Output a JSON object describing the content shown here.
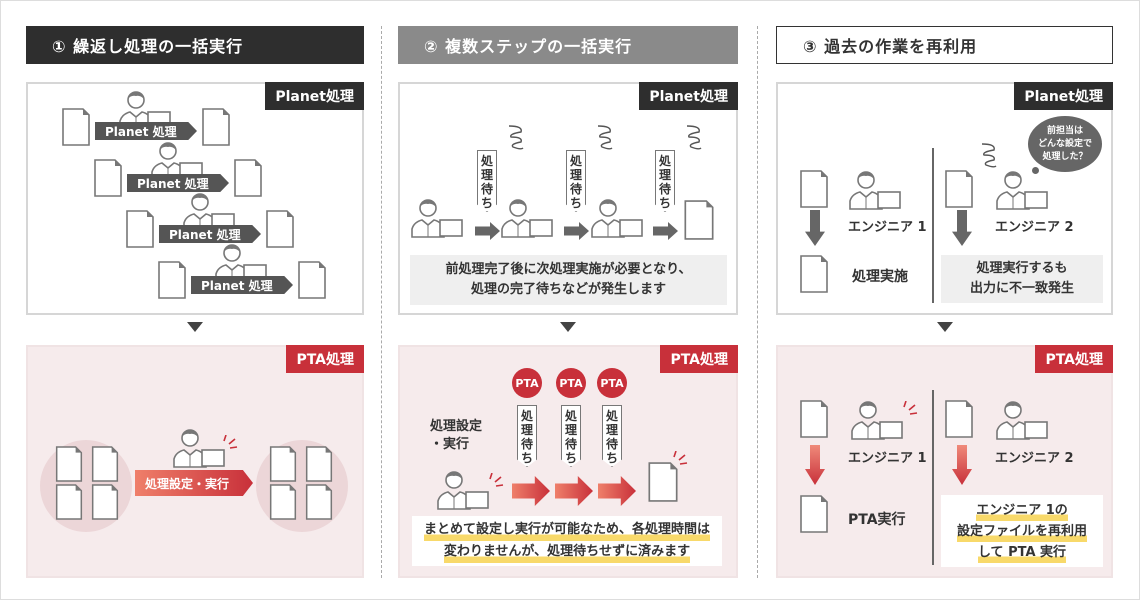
{
  "columns": [
    {
      "title": "① 繰返し処理の一括実行",
      "before_tag": "Planet処理",
      "after_tag": "PTA処理",
      "step_label": "Planet 処理",
      "pta_label": "処理設定・実行"
    },
    {
      "title": "② 複数ステップの一括実行",
      "before_tag": "Planet処理",
      "after_tag": "PTA処理",
      "wait_label": "処理待ち",
      "before_note": [
        "前処理完了後に次処理実施が必要となり、",
        "処理の完了待ちなどが発生します"
      ],
      "pta_badge": "PTA",
      "setup_label": [
        "処理設定",
        "・実行"
      ],
      "after_note": [
        "まとめて設定し実行が可能なため、各処理時間は",
        "変わりませんが、処理待ちせずに済みます"
      ]
    },
    {
      "title": "③ 過去の作業を再利用",
      "before_tag": "Planet処理",
      "after_tag": "PTA処理",
      "engineer1": "エンジニア 1",
      "engineer2": "エンジニア 2",
      "before_done": "処理実施",
      "bubble": [
        "前担当は",
        "どんな設定で",
        "処理した？"
      ],
      "before_note": [
        "処理実行するも",
        "出力に不一致発生"
      ],
      "after_done": "PTA実行",
      "after_note": [
        "エンジニア 1の",
        "設定ファイルを再利用",
        "して PTA 実行"
      ]
    }
  ],
  "colors": {
    "dark": "#2e2e2e",
    "gray": "#8a8a8a",
    "red": "#c8303a",
    "pink_bg": "#f6ebec",
    "highlight": "#f8d96a"
  }
}
